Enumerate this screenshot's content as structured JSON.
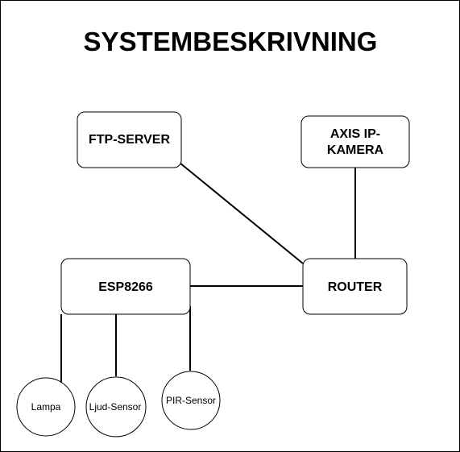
{
  "diagram": {
    "title": "SYSTEMBESKRIVNING",
    "nodes": {
      "ftp_server": "FTP-SERVER",
      "axis_camera_line1": "AXIS IP-",
      "axis_camera_line2": "KAMERA",
      "esp8266": "ESP8266",
      "router": "ROUTER",
      "lampa": "Lampa",
      "ljud_sensor": "Ljud-Sensor",
      "pir_sensor": "PIR-Sensor"
    },
    "edges": [
      {
        "from": "FTP-SERVER",
        "to": "ROUTER"
      },
      {
        "from": "AXIS IP-KAMERA",
        "to": "ROUTER"
      },
      {
        "from": "ESP8266",
        "to": "ROUTER"
      },
      {
        "from": "ESP8266",
        "to": "Lampa"
      },
      {
        "from": "ESP8266",
        "to": "Ljud-Sensor"
      },
      {
        "from": "ESP8266",
        "to": "PIR-Sensor"
      }
    ]
  }
}
